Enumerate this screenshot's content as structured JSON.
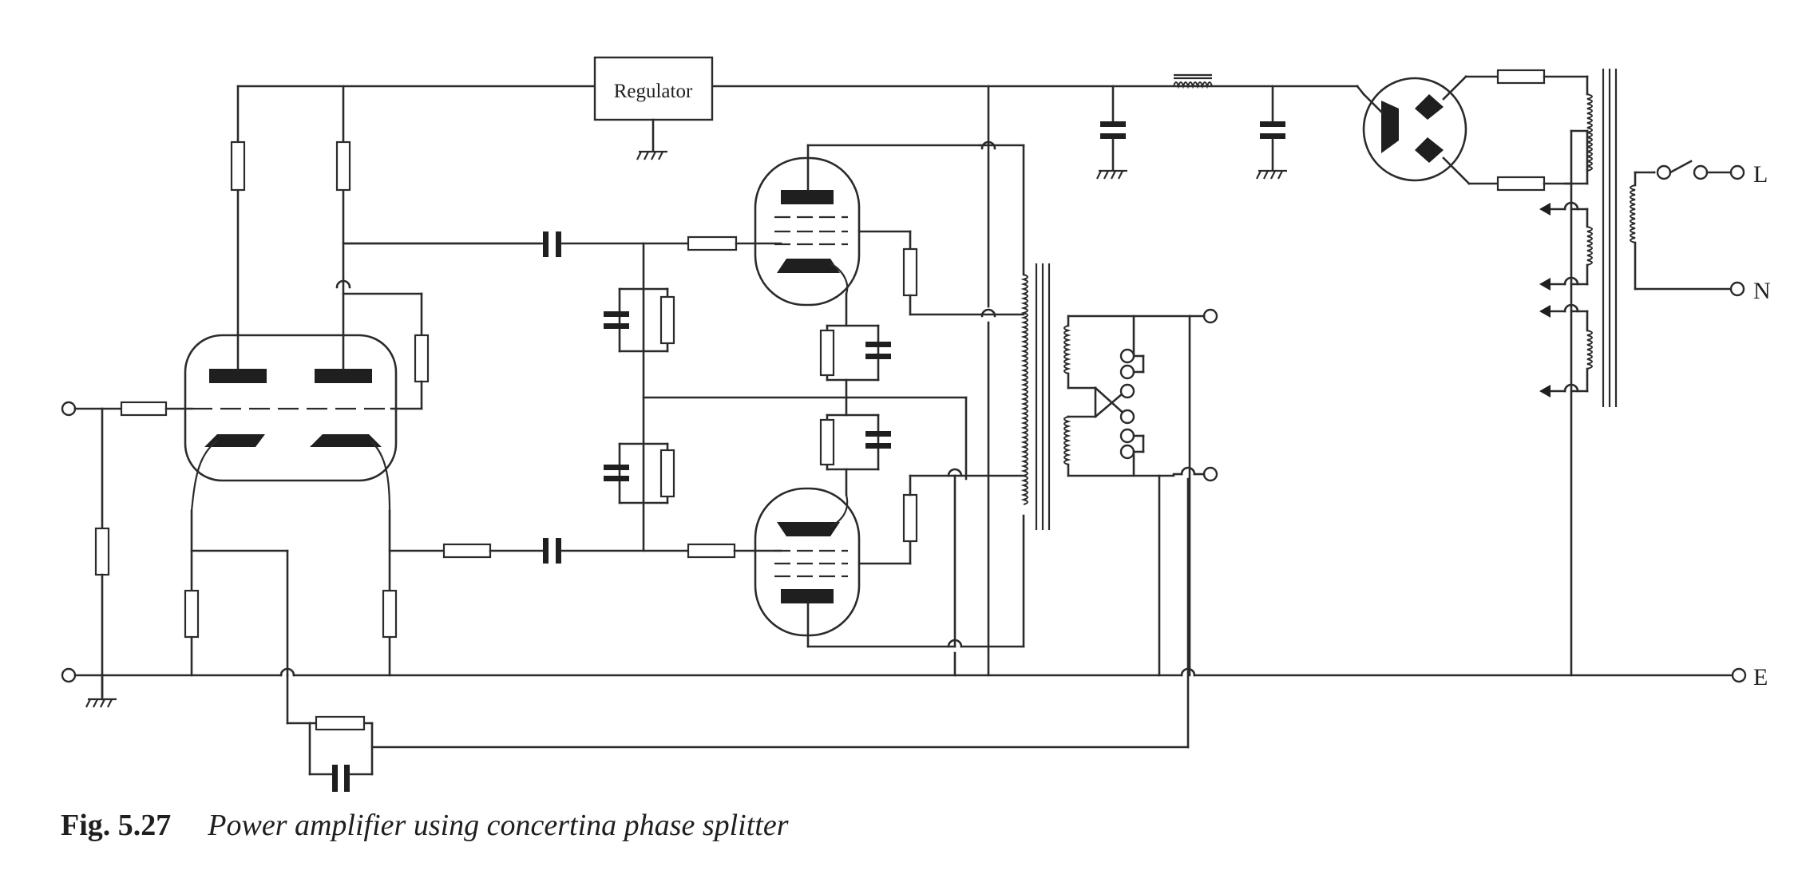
{
  "figure": {
    "number": "Fig. 5.27",
    "title": "Power amplifier using concertina phase splitter"
  },
  "blocks": {
    "regulator_label": "Regulator"
  },
  "terminals": {
    "live": "L",
    "neutral": "N",
    "earth": "E"
  },
  "colors": {
    "ink": "#1f1f1f",
    "background": "#ffffff"
  }
}
